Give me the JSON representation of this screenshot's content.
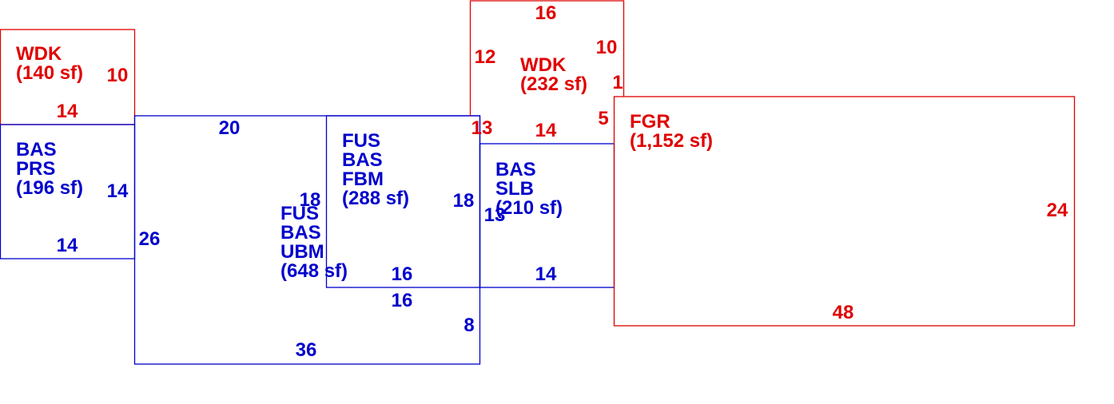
{
  "colors": {
    "red": "#e00000",
    "blue": "#0000cc",
    "background": "#ffffff"
  },
  "areas": [
    {
      "id": "wdk-west",
      "color": "red",
      "lines": [
        "WDK",
        "(140 sf)"
      ]
    },
    {
      "id": "bas-prs",
      "color": "blue",
      "lines": [
        "BAS",
        "PRS",
        "(196 sf)"
      ]
    },
    {
      "id": "fus-bas-ubm",
      "color": "blue",
      "lines": [
        "FUS",
        "BAS",
        "UBM",
        "(648 sf)"
      ]
    },
    {
      "id": "fus-bas-fbm",
      "color": "blue",
      "lines": [
        "FUS",
        "BAS",
        "FBM",
        "(288 sf)"
      ]
    },
    {
      "id": "wdk-north",
      "color": "red",
      "lines": [
        "WDK",
        "(232 sf)"
      ]
    },
    {
      "id": "bas-slb",
      "color": "blue",
      "lines": [
        "BAS",
        "SLB",
        "(210 sf)"
      ]
    },
    {
      "id": "fgr",
      "color": "red",
      "lines": [
        "FGR",
        "(1,152 sf)"
      ]
    }
  ],
  "dimensions": [
    {
      "id": "wdk-west-side",
      "value": "10",
      "color": "red"
    },
    {
      "id": "wdk-west-bottom",
      "value": "14",
      "color": "red"
    },
    {
      "id": "prs-side",
      "value": "14",
      "color": "blue"
    },
    {
      "id": "prs-bottom",
      "value": "14",
      "color": "blue"
    },
    {
      "id": "ubm-top",
      "value": "20",
      "color": "blue"
    },
    {
      "id": "ubm-left",
      "value": "26",
      "color": "blue"
    },
    {
      "id": "ubm-inner",
      "value": "18",
      "color": "blue"
    },
    {
      "id": "ubm-bottom",
      "value": "36",
      "color": "blue"
    },
    {
      "id": "ubm-right",
      "value": "8",
      "color": "blue"
    },
    {
      "id": "ubm-step",
      "value": "16",
      "color": "blue"
    },
    {
      "id": "fbm-right",
      "value": "18",
      "color": "blue"
    },
    {
      "id": "fbm-bottom",
      "value": "16",
      "color": "blue"
    },
    {
      "id": "wdk-north-top",
      "value": "16",
      "color": "red"
    },
    {
      "id": "wdk-north-left",
      "value": "12",
      "color": "red"
    },
    {
      "id": "wdk-north-right",
      "value": "10",
      "color": "red"
    },
    {
      "id": "wdk-north-notch",
      "value": "1",
      "color": "red"
    },
    {
      "id": "wdk-north-bottom",
      "value": "14",
      "color": "red"
    },
    {
      "id": "wdk-north-corner",
      "value": "13",
      "color": "red"
    },
    {
      "id": "wdk-north-step",
      "value": "5",
      "color": "red"
    },
    {
      "id": "slb-left",
      "value": "13",
      "color": "blue"
    },
    {
      "id": "slb-bottom",
      "value": "14",
      "color": "blue"
    },
    {
      "id": "fgr-right",
      "value": "24",
      "color": "red"
    },
    {
      "id": "fgr-bottom",
      "value": "48",
      "color": "red"
    }
  ]
}
